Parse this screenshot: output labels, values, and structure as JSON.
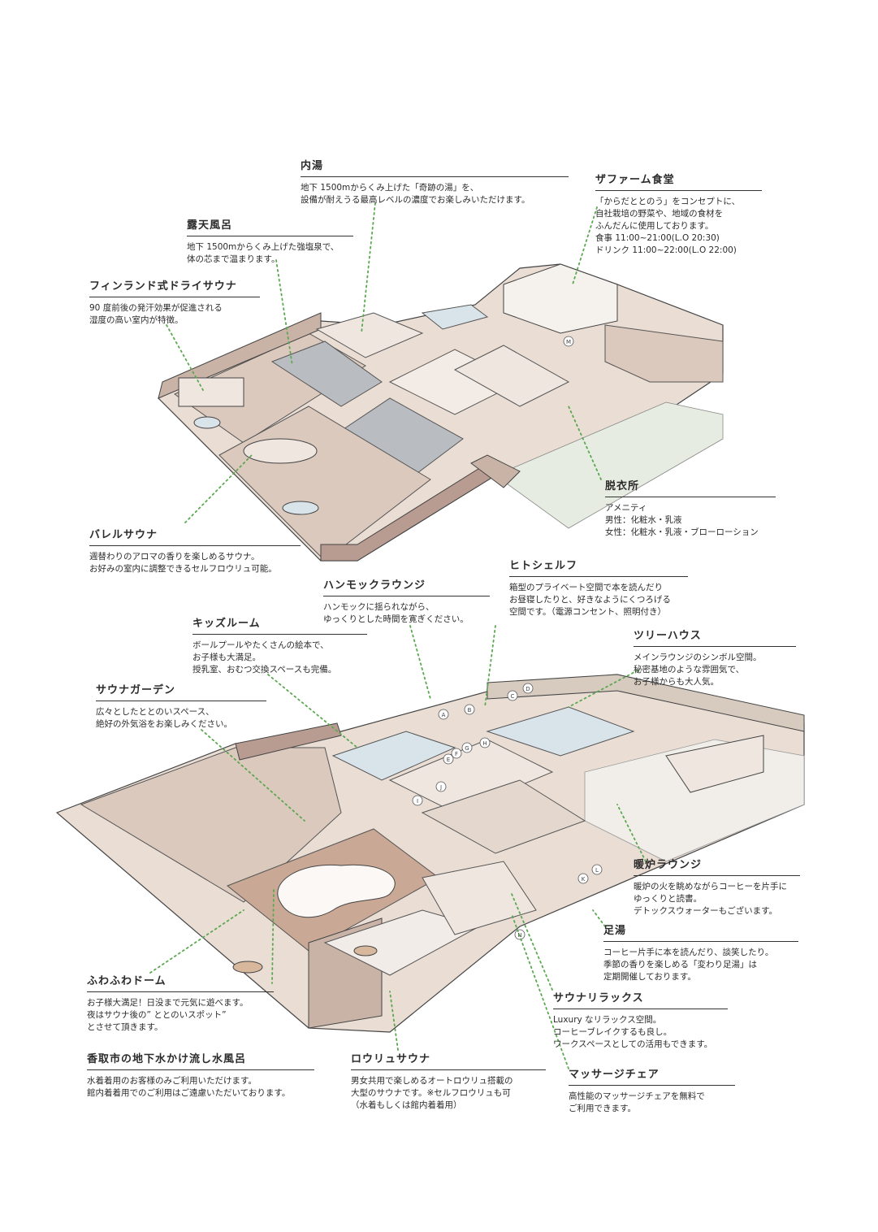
{
  "callouts": [
    {
      "id": "uchiyu",
      "title": "内湯",
      "lines": [
        "地下 1500mからくみ上げた「奇跡の湯」を、",
        "設備が耐えうる最高レベルの濃度でお楽しみいただけます。"
      ]
    },
    {
      "id": "the-farm",
      "title": "ザファーム食堂",
      "lines": [
        "「からだととのう」をコンセプトに、",
        "自社栽培の野菜や、地域の食材を",
        "ふんだんに使用しております。",
        "食事 11:00~21:00(L.O 20:30)",
        "ドリンク 11:00~22:00(L.O 22:00)"
      ]
    },
    {
      "id": "rotenburo",
      "title": "露天風呂",
      "lines": [
        "地下 1500mからくみ上げた強塩泉で、",
        "体の芯まで温まります。"
      ]
    },
    {
      "id": "finnish-sauna",
      "title": "フィンランド式ドライサウナ",
      "lines": [
        "90 度前後の発汗効果が促進される",
        "湿度の高い室内が特徴。"
      ]
    },
    {
      "id": "dressing-room",
      "title": "脱衣所",
      "lines": [
        "アメニティ",
        "男性：化粧水・乳液",
        "女性：化粧水・乳液・ブローローション"
      ]
    },
    {
      "id": "barrel-sauna",
      "title": "バレルサウナ",
      "lines": [
        "週替わりのアロマの香りを楽しめるサウナ。",
        "お好みの室内に調整できるセルフロウリュ可能。"
      ]
    },
    {
      "id": "hitoshelf",
      "title": "ヒトシェルフ",
      "lines": [
        "箱型のプライベート空間で本を読んだり",
        "お昼寝したりと、好きなようにくつろげる",
        "空間です。（電源コンセント、照明付き）"
      ]
    },
    {
      "id": "hammock-lounge",
      "title": "ハンモックラウンジ",
      "lines": [
        "ハンモックに揺られながら、",
        "ゆっくりとした時間を寛ぎください。"
      ]
    },
    {
      "id": "kids-room",
      "title": "キッズルーム",
      "lines": [
        "ボールプールやたくさんの絵本で、",
        "お子様も大満足。",
        "授乳室、おむつ交換スペースも完備。"
      ]
    },
    {
      "id": "treehouse",
      "title": "ツリーハウス",
      "lines": [
        "メインラウンジのシンボル空間。",
        "秘密基地のような雰囲気で、",
        "お子様からも大人気。"
      ]
    },
    {
      "id": "sauna-garden",
      "title": "サウナガーデン",
      "lines": [
        "広々としたととのいスペース、",
        "絶好の外気浴をお楽しみください。"
      ]
    },
    {
      "id": "fireplace-lounge",
      "title": "暖炉ラウンジ",
      "lines": [
        "暖炉の火を眺めながらコーヒーを片手に",
        "ゆっくりと読書。",
        "デトックスウォーターもございます。"
      ]
    },
    {
      "id": "ashiyu",
      "title": "足湯",
      "lines": [
        "コーヒー片手に本を読んだり、談笑したり。",
        "季節の香りを楽しめる「変わり足湯」は",
        "定期開催しております。"
      ]
    },
    {
      "id": "fuwafuwa-dome",
      "title": "ふわふわドーム",
      "lines": [
        "お子様大満足！日没まで元気に遊べます。",
        "夜はサウナ後の” ととのいスポット”",
        "とさせて頂きます。"
      ]
    },
    {
      "id": "sauna-relax",
      "title": "サウナリラックス",
      "lines": [
        "Luxury なリラックス空間。",
        "コーヒーブレイクするも良し。",
        "ワークスペースとしての活用もできます。"
      ]
    },
    {
      "id": "katori-water-bath",
      "title": "香取市の地下水かけ流し水風呂",
      "lines": [
        "水着着用のお客様のみご利用いただけます。",
        "館内着着用でのご利用はご遠慮いただいております。"
      ]
    },
    {
      "id": "loyly-sauna",
      "title": "ロウリュサウナ",
      "lines": [
        "男女共用で楽しめるオートロウリュ搭載の",
        "大型のサウナです。※セルフロウリュも可",
        "（水着もしくは館内着着用）"
      ]
    },
    {
      "id": "massage-chair",
      "title": "マッサージチェア",
      "lines": [
        "高性能のマッサージチェアを無料で",
        "ご利用できます。"
      ]
    }
  ],
  "map_markers": [
    "M",
    "A",
    "B",
    "C",
    "D",
    "E",
    "F",
    "G",
    "H",
    "I",
    "J",
    "K",
    "L",
    "N"
  ],
  "colors": {
    "floor": "#dcc9bd",
    "wall": "#c9b2a6",
    "wall_dark": "#b89c91",
    "grey_floor": "#b9bcc0",
    "lawn": "#e6ece1",
    "leader": "#5aa84f",
    "water": "#d9e4ea"
  }
}
